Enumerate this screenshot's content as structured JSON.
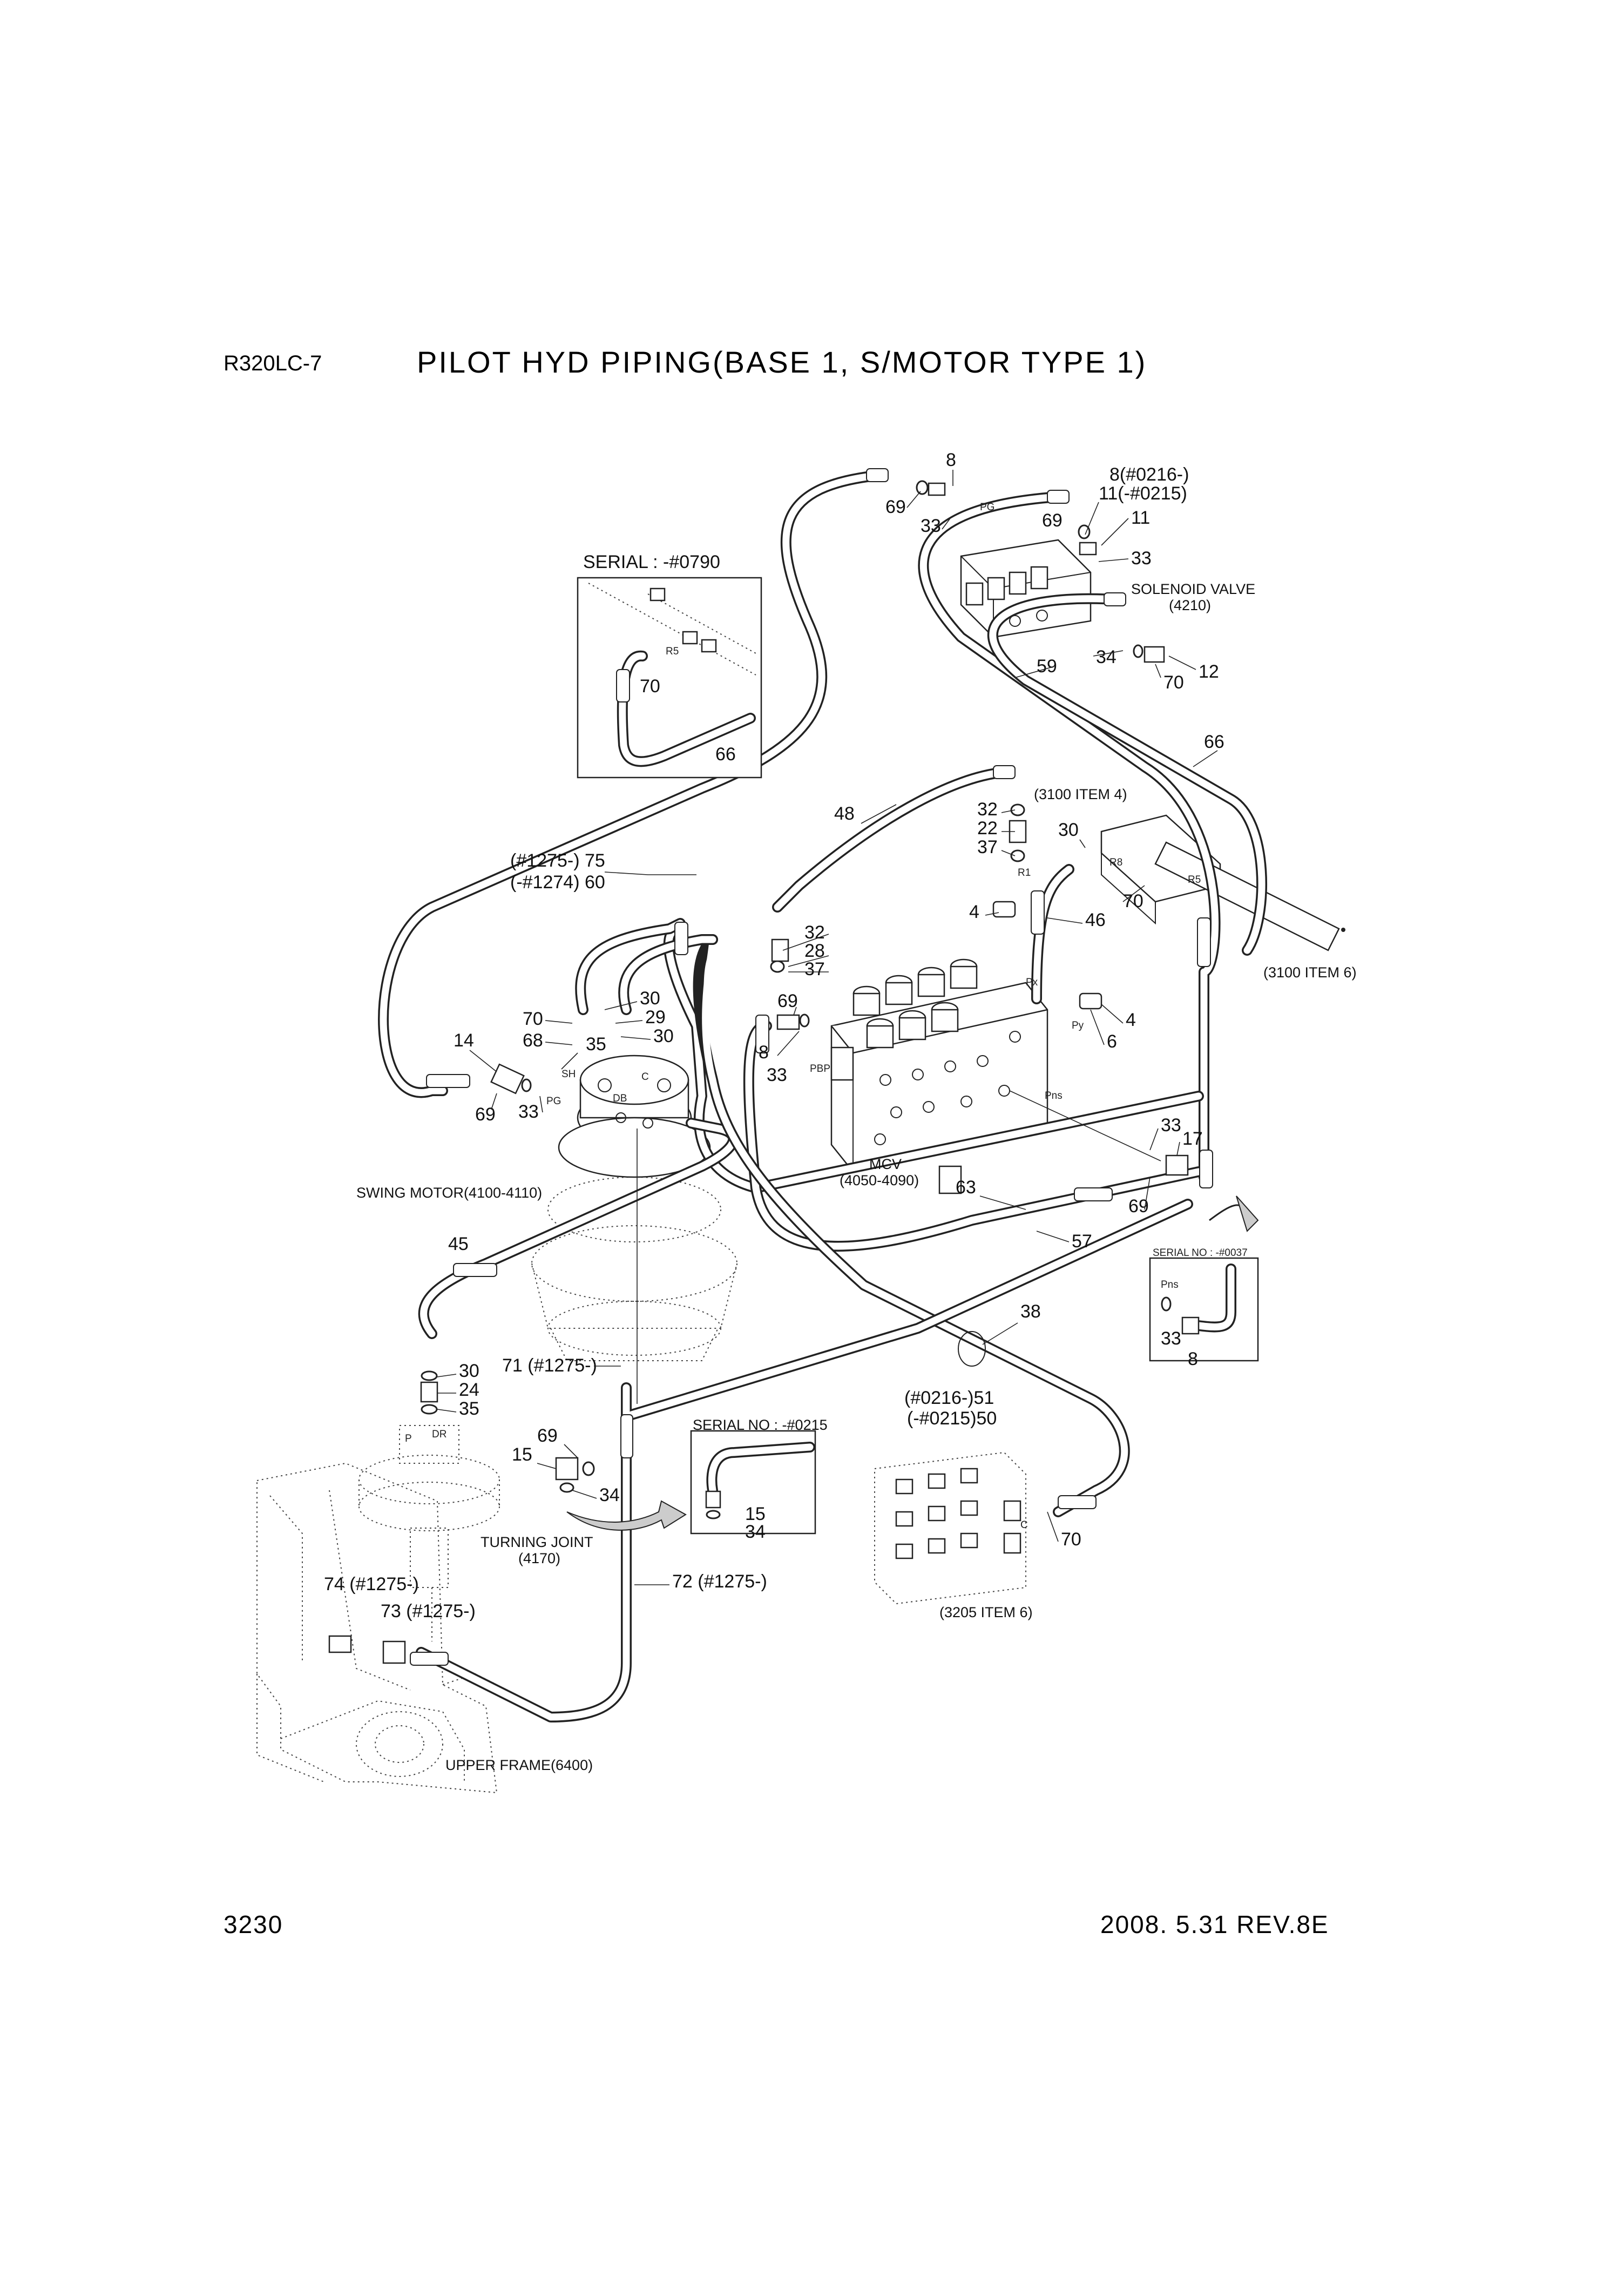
{
  "header": {
    "model": "R320LC-7",
    "title": "PILOT HYD PIPING(BASE 1, S/MOTOR TYPE 1)"
  },
  "footer": {
    "page": "3230",
    "date_rev": "2008. 5.31  REV.8E"
  },
  "inset_serial_0790": {
    "title": "SERIAL : -#0790",
    "port": "R5",
    "labels": [
      "70",
      "66"
    ]
  },
  "inset_serial_0215": {
    "title": "SERIAL NO : -#0215",
    "labels": [
      "15",
      "34"
    ]
  },
  "inset_serial_0037": {
    "title": "SERIAL NO : -#0037",
    "port": "Pns",
    "labels": [
      "33",
      "8"
    ]
  },
  "components": {
    "solenoid_valve": "SOLENOID VALVE",
    "solenoid_valve_ref": "(4210)",
    "mcv": "MCV",
    "mcv_ref": "(4050-4090)",
    "swing_motor": "SWING MOTOR(4100-4110)",
    "turning_joint": "TURNING JOINT",
    "turning_joint_ref": "(4170)",
    "upper_frame": "UPPER FRAME(6400)",
    "ref_3100_item4": "(3100 ITEM 4)",
    "ref_3100_item6": "(3100 ITEM 6)",
    "ref_3205_item6": "(3205 ITEM 6)"
  },
  "ports": [
    "PG",
    "R5",
    "R8",
    "R1",
    "Px",
    "Py",
    "Pns",
    "PBP",
    "SH",
    "DB",
    "C",
    "P",
    "DR"
  ],
  "callouts": {
    "c8_top": "8",
    "c69_top": "69",
    "c33_top": "33",
    "c8_0216": "8(#0216-)",
    "c11_0215": "11(-#0215)",
    "c69_sv": "69",
    "c11_sv": "11",
    "c33_sv": "33",
    "c34_sv": "34",
    "c70_sv": "70",
    "c12_sv": "12",
    "c59": "59",
    "c66": "66",
    "c48": "48",
    "c32_a": "32",
    "c22": "22",
    "c37_a": "37",
    "c30_a": "30",
    "c4_a": "4",
    "c46": "46",
    "c70_r": "70",
    "c75": "(#1275-) 75",
    "c60": "(-#1274) 60",
    "c32_b": "32",
    "c28": "28",
    "c37_b": "37",
    "c69_m": "69",
    "c8_m": "8",
    "c33_m": "33",
    "c4_b": "4",
    "c6": "6",
    "c30_sm": "30",
    "c29": "29",
    "c70_sm": "70",
    "c68": "68",
    "c35_sm": "35",
    "c30_sm2": "30",
    "c14": "14",
    "c69_l": "69",
    "c33_l": "33",
    "c33_rb": "33",
    "c17": "17",
    "c69_rb": "69",
    "c63": "63",
    "c57": "57",
    "c45": "45",
    "c30_tj": "30",
    "c24": "24",
    "c35_tj": "35",
    "c71": "71 (#1275-)",
    "c38": "38",
    "c51": "(#0216-)51",
    "c50": "(-#0215)50",
    "c69_tj": "69",
    "c15": "15",
    "c34_tj": "34",
    "c74": "74 (#1275-)",
    "c73": "73 (#1275-)",
    "c72": "72 (#1275-)",
    "c70_ft": "70"
  }
}
